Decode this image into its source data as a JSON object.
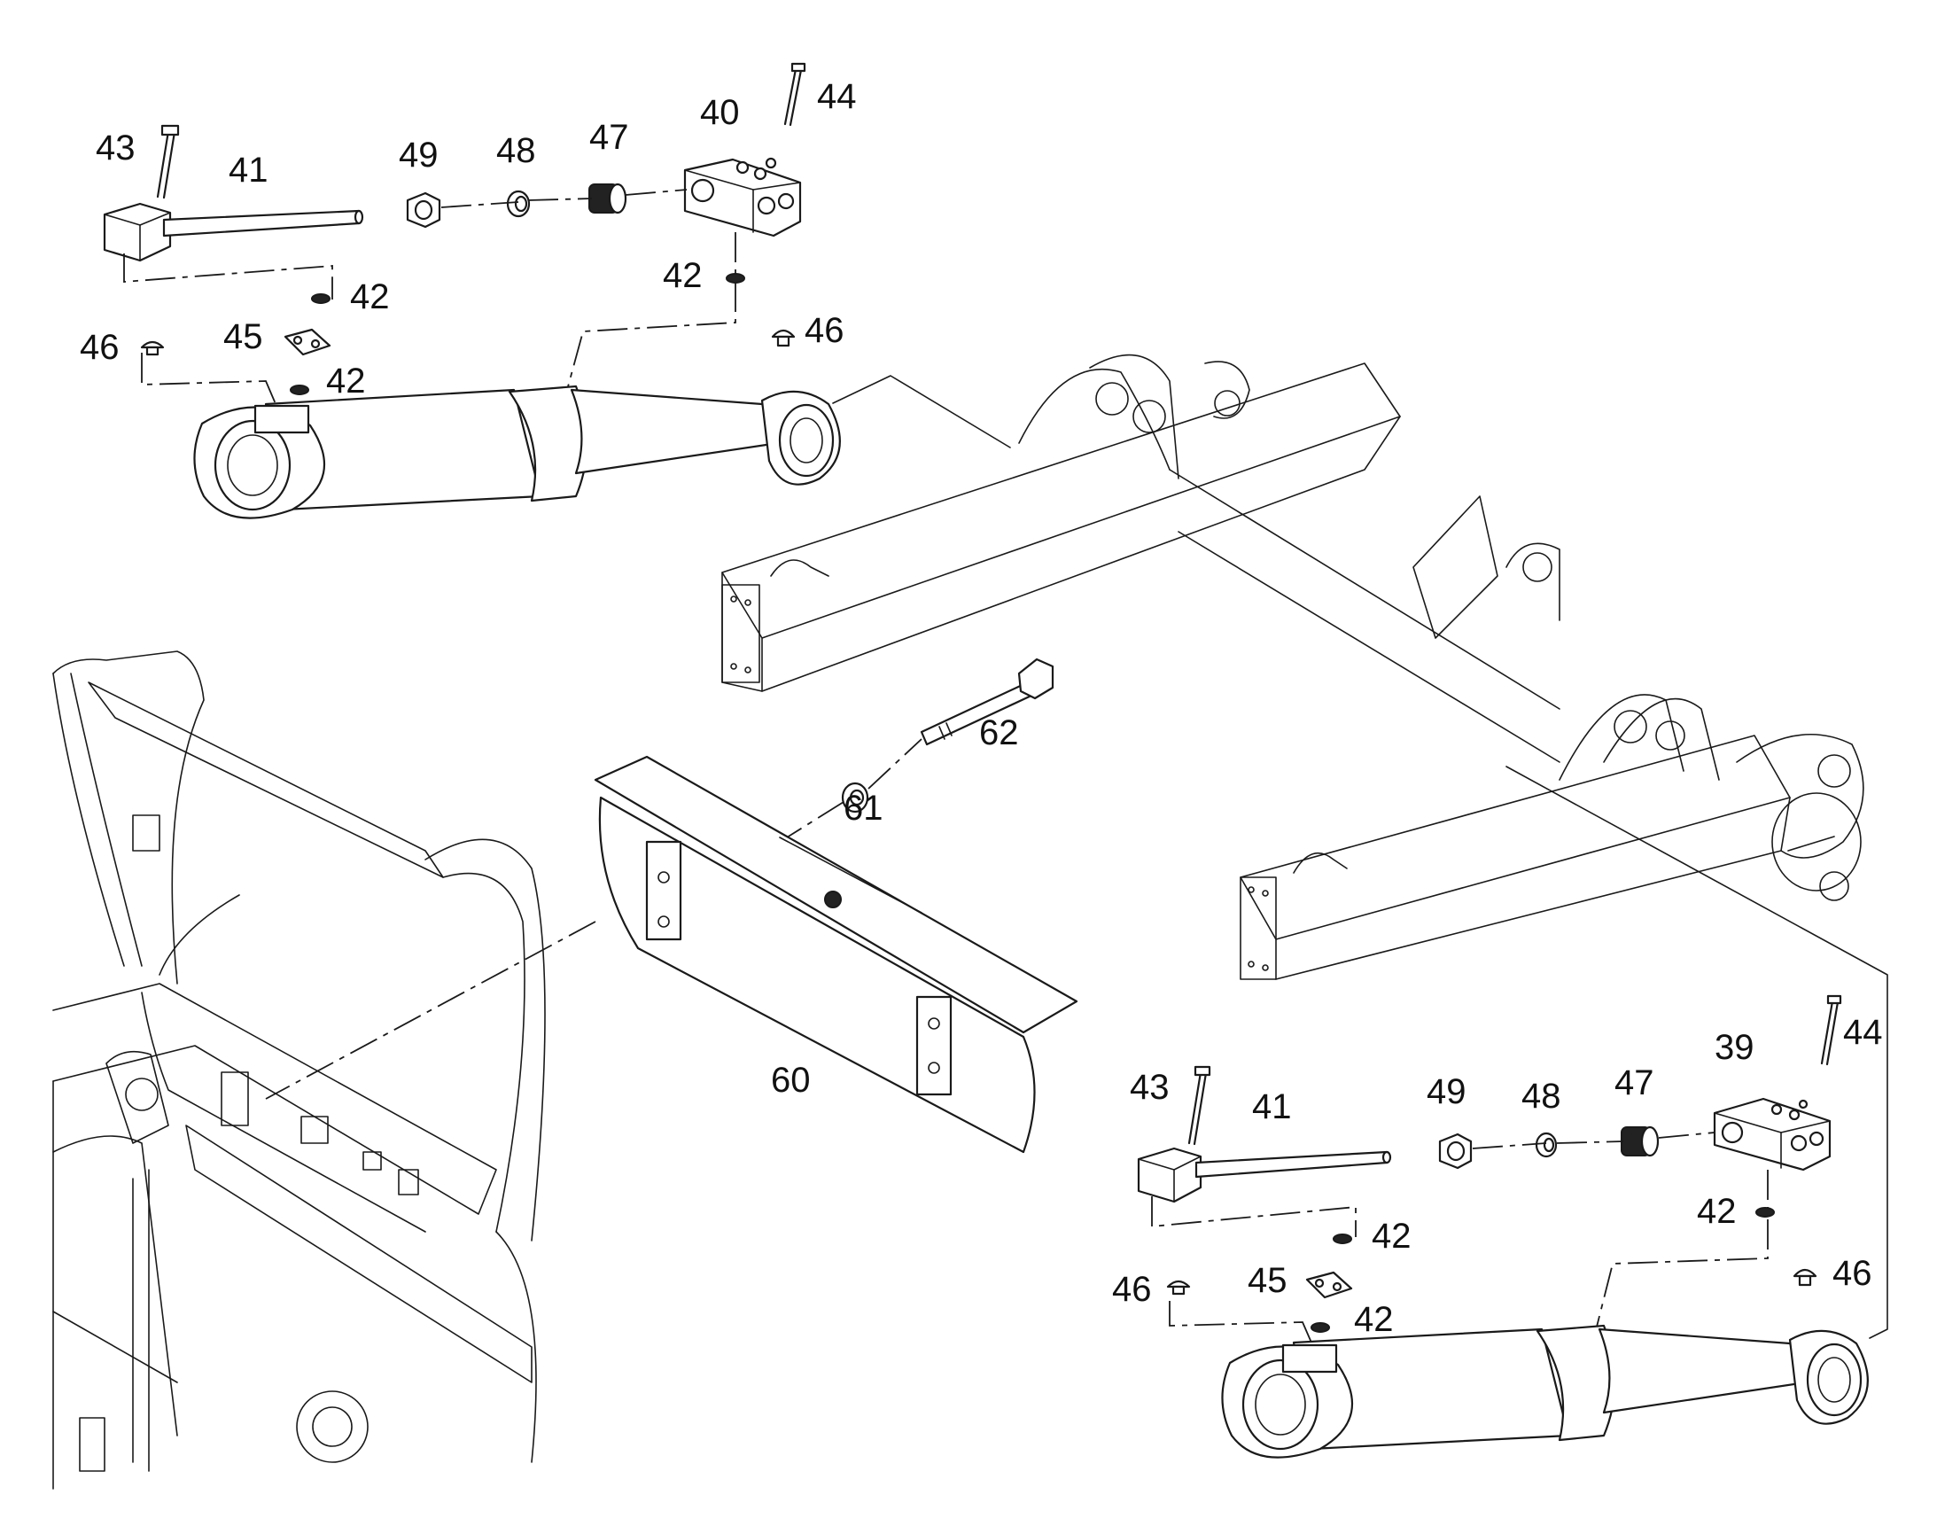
{
  "callouts": [
    {
      "key": "c43a",
      "label": "43"
    },
    {
      "key": "c41a",
      "label": "41"
    },
    {
      "key": "c49a",
      "label": "49"
    },
    {
      "key": "c48a",
      "label": "48"
    },
    {
      "key": "c47a",
      "label": "47"
    },
    {
      "key": "c40",
      "label": "40"
    },
    {
      "key": "c44a",
      "label": "44"
    },
    {
      "key": "c42a",
      "label": "42"
    },
    {
      "key": "c42b",
      "label": "42"
    },
    {
      "key": "c45a",
      "label": "45"
    },
    {
      "key": "c46a",
      "label": "46"
    },
    {
      "key": "c42c",
      "label": "42"
    },
    {
      "key": "c46b",
      "label": "46"
    },
    {
      "key": "c62",
      "label": "62"
    },
    {
      "key": "c61",
      "label": "61"
    },
    {
      "key": "c60",
      "label": "60"
    },
    {
      "key": "c39",
      "label": "39"
    },
    {
      "key": "c44b",
      "label": "44"
    },
    {
      "key": "c43b",
      "label": "43"
    },
    {
      "key": "c41b",
      "label": "41"
    },
    {
      "key": "c49b",
      "label": "49"
    },
    {
      "key": "c48b",
      "label": "48"
    },
    {
      "key": "c47b",
      "label": "47"
    },
    {
      "key": "c42d",
      "label": "42"
    },
    {
      "key": "c42e",
      "label": "42"
    },
    {
      "key": "c45b",
      "label": "45"
    },
    {
      "key": "c46c",
      "label": "46"
    },
    {
      "key": "c42f",
      "label": "42"
    },
    {
      "key": "c46d",
      "label": "46"
    }
  ]
}
